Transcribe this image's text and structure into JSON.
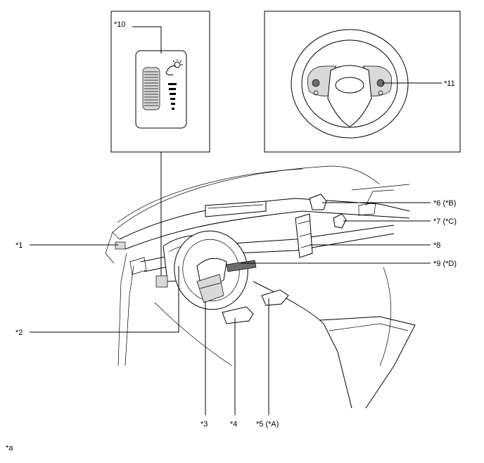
{
  "labels": {
    "c1": "*1",
    "c2": "*2",
    "c3": "*3",
    "c4": "*4",
    "c5": "*5 (*A)",
    "c6": "*6 (*B)",
    "c7": "*7 (*C)",
    "c8": "*8",
    "c9": "*9 (*D)",
    "c10": "*10",
    "c11": "*11",
    "ca": "*a"
  },
  "colors": {
    "line": "#000000",
    "background": "#ffffff",
    "part_fill": "#d9d9d9",
    "dark_fill": "#6d6d6d"
  }
}
